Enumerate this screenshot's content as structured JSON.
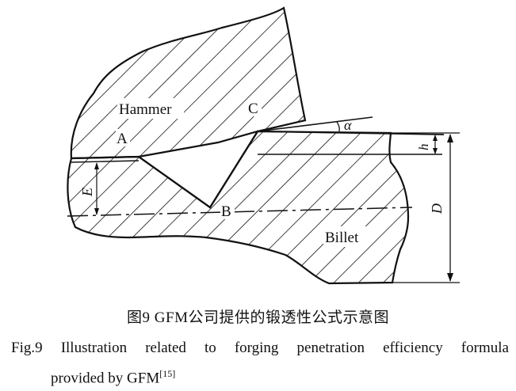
{
  "figure": {
    "labels": {
      "hammer": "Hammer",
      "billet": "Billet",
      "point_a": "A",
      "point_b": "B",
      "point_c": "C",
      "alpha": "α",
      "h": "h",
      "d": "D",
      "e": "E"
    }
  },
  "caption": {
    "chinese": "图9  GFM公司提供的锻透性公式示意图",
    "english_words": [
      "Fig.9",
      "Illustration",
      "related",
      "to",
      "forging",
      "penetration",
      "efficiency",
      "formula"
    ],
    "english_line2": "provided by GFM",
    "ref": "[15]"
  }
}
